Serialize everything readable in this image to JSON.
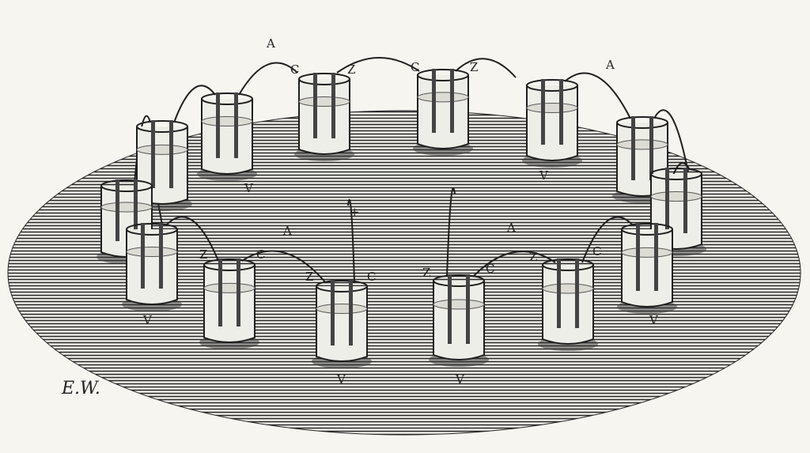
{
  "colors": {
    "paper": "#f6f5ef",
    "ink": "#1e1e1e",
    "glass": "#eeeee8",
    "liquid": "#dcdcd4"
  },
  "labels": [
    "A",
    "C",
    "Z",
    "C",
    "Z",
    "A",
    "V",
    "V",
    "A",
    "Z",
    "C",
    "Z",
    "C",
    "+",
    "Z",
    "C",
    "A",
    "Z",
    "C",
    "V",
    "V",
    "V",
    "V"
  ],
  "signature": "E.W."
}
